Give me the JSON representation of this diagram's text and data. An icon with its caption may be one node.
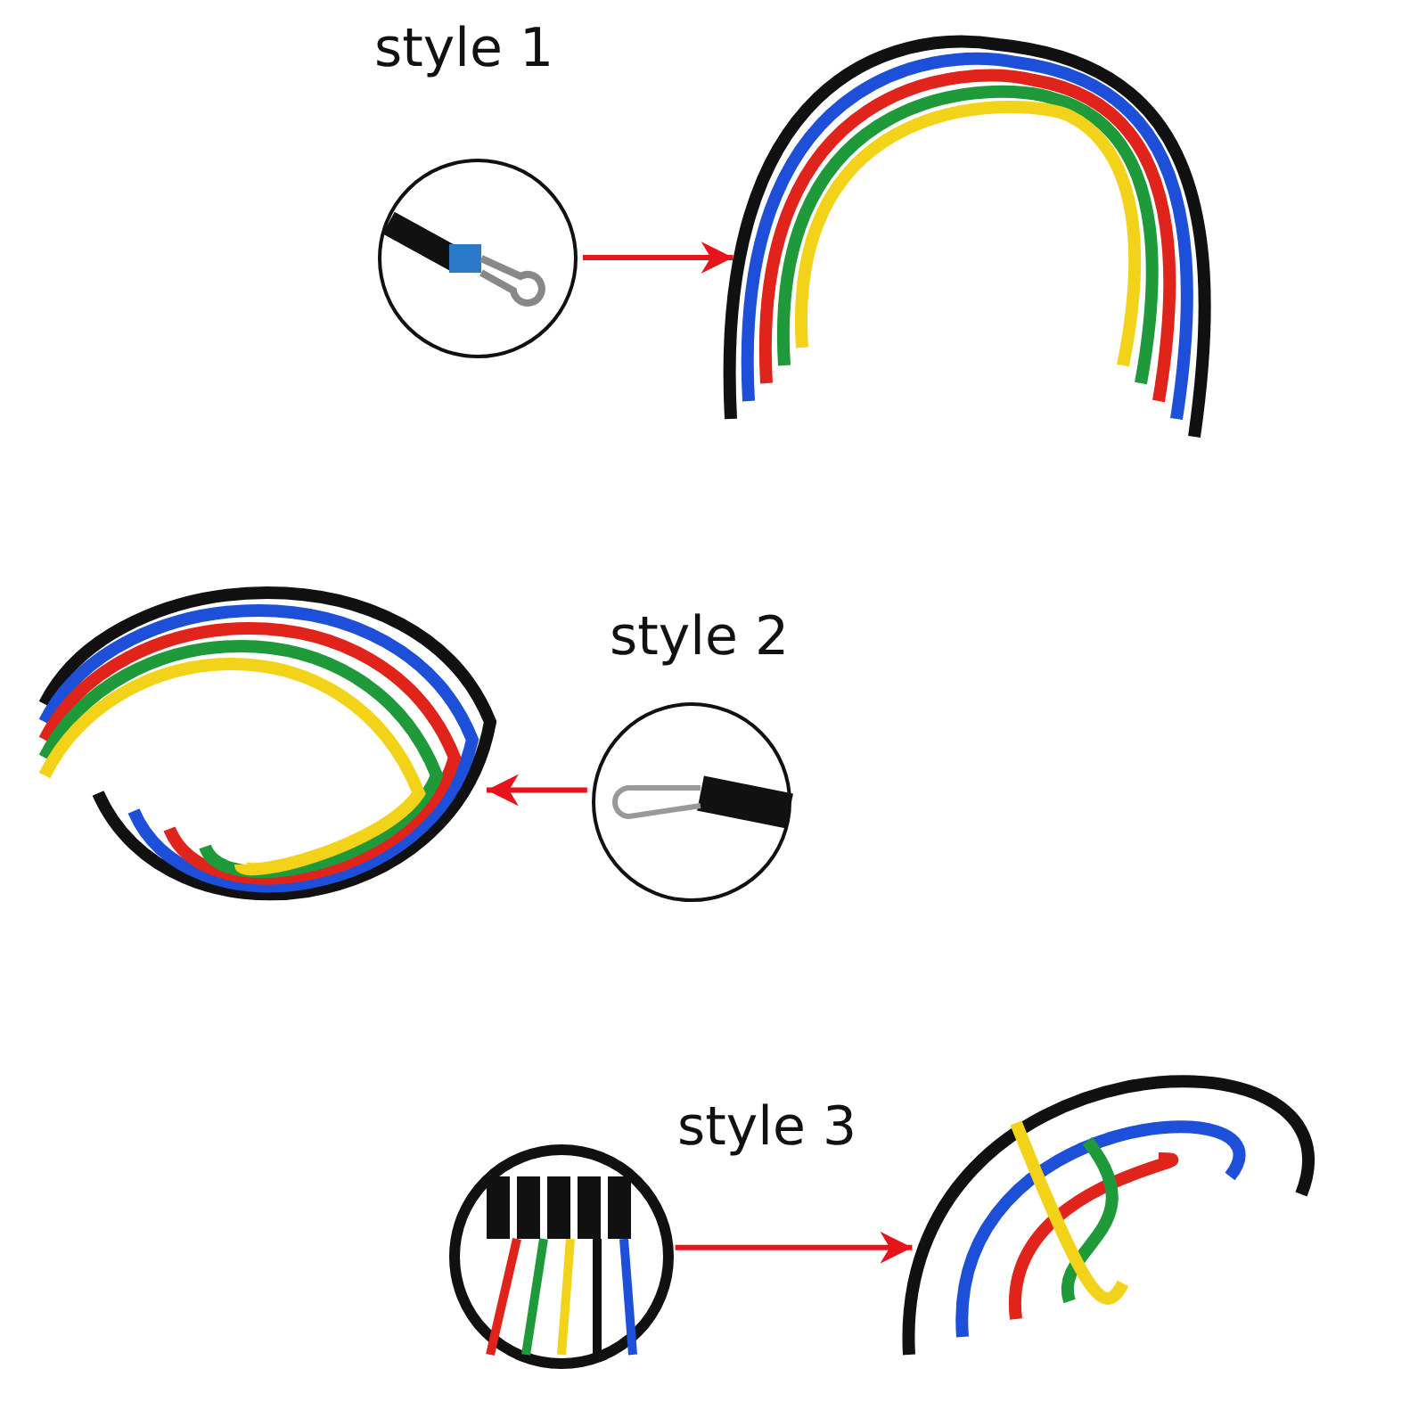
{
  "diagram": {
    "nodes": [
      {
        "text": [
          "style 1"
        ]
      },
      {
        "text": [],
        "shape": "picture"
      },
      {
        "text": [],
        "shape": "picture"
      },
      {
        "text": [
          "style 2"
        ]
      },
      {
        "text": [
          "style 3"
        ]
      },
      {
        "text": [],
        "shape": "picture"
      }
    ],
    "edges": [
      {
        "from": 0,
        "to": 1,
        "arrow": "to"
      },
      {
        "from": 3,
        "to": 2,
        "arrow": "to"
      },
      {
        "from": 4,
        "to": 5,
        "arrow": "to"
      }
    ]
  }
}
